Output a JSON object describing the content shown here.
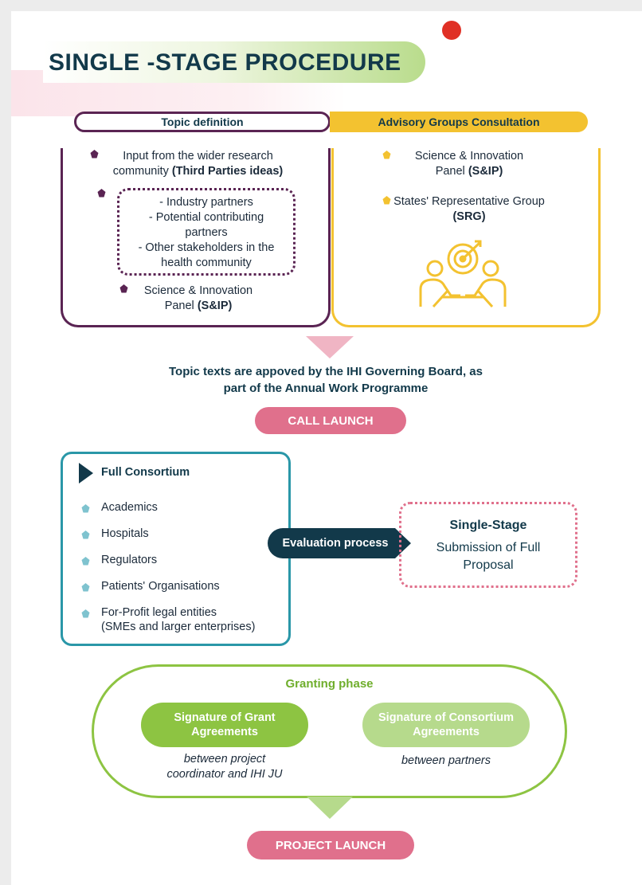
{
  "title": "SINGLE -STAGE PROCEDURE",
  "colors": {
    "purple": "#5a2453",
    "yellow": "#f3c230",
    "teal": "#2a97a8",
    "navy": "#12394a",
    "pink": "#e0708c",
    "green": "#8dc442",
    "title_red_dot": "#e03025"
  },
  "topic_definition": {
    "header": "Topic definition",
    "item1_text": "Input from the wider research community",
    "item1_bold": "(Third Parties ideas)",
    "dotted_lines": [
      "- Industry partners",
      "- Potential contributing",
      "partners",
      "- Other stakeholders in the",
      "health community"
    ],
    "item3_text": "Science & Innovation Panel",
    "item3_bold": "(S&IP)"
  },
  "advisory": {
    "header": "Advisory Groups Consultation",
    "item1_text": "Science & Innovation Panel",
    "item1_bold": "(S&IP)",
    "item2_text": "States' Representative Group",
    "item2_bold": "(SRG)",
    "illustration_icon": "target-meeting-icon"
  },
  "approval_text_line1": "Topic texts are appoved by the IHI Governing Board, as",
  "approval_text_line2": "part of the Annual Work Programme",
  "call_launch": "CALL LAUNCH",
  "consortium": {
    "title": "Full Consortium",
    "items": [
      "Academics",
      "Hospitals",
      "Regulators",
      "Patients' Organisations",
      "For-Profit legal entities"
    ],
    "last_item_sub": "(SMEs and larger enterprises)"
  },
  "evaluation_label": "Evaluation process",
  "single_stage": {
    "title": "Single-Stage",
    "line1": "Submission of Full",
    "line2": "Proposal"
  },
  "granting": {
    "title": "Granting phase",
    "grant_label": "Signature of Grant Agreements",
    "grant_caption_line1": "between project",
    "grant_caption_line2": "coordinator and IHI JU",
    "consortium_label": "Signature of Consortium Agreements",
    "consortium_caption": "between partners"
  },
  "project_launch": "PROJECT LAUNCH"
}
